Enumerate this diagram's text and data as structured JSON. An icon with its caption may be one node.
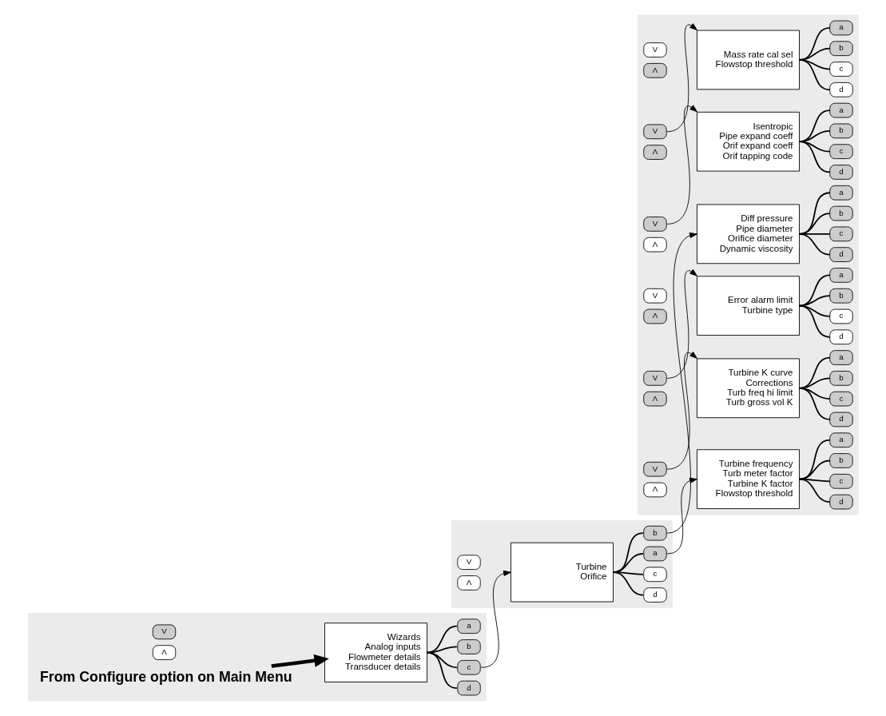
{
  "diagram": {
    "nodes": [
      {
        "text": [],
        "shape": "box"
      },
      {
        "text": [
          "From Configure option on Main Menu"
        ],
        "in": 0
      },
      {
        "text": [
          "Λ"
        ],
        "in": 0
      },
      {
        "text": [
          "Wizards",
          "Analog inputs",
          "Flowmeter details",
          "Transducer details"
        ],
        "in": 0
      },
      {
        "text": [
          "a"
        ],
        "in": 0
      },
      {
        "text": [
          "b"
        ],
        "in": 0
      },
      {
        "text": [
          "c"
        ],
        "in": 0
      },
      {
        "text": [
          "d"
        ],
        "in": 0
      },
      {
        "text": [
          "V"
        ],
        "in": 0
      },
      {
        "text": [],
        "shape": "box"
      },
      {
        "text": [
          "Λ"
        ],
        "in": 9
      },
      {
        "text": [
          "Turbine",
          "Orifice"
        ],
        "in": 9
      },
      {
        "text": [
          "a"
        ],
        "in": 9
      },
      {
        "text": [
          "b"
        ],
        "in": 9
      },
      {
        "text": [
          "c"
        ],
        "in": 9
      },
      {
        "text": [
          "d"
        ],
        "in": 9
      },
      {
        "text": [
          "V"
        ],
        "in": 9
      },
      {
        "text": [],
        "shape": "box"
      },
      {
        "text": [
          "Λ"
        ],
        "in": 17
      },
      {
        "text": [
          "Turbine frequency",
          "Turb meter factor",
          "Turbine K factor",
          "Flowstop threshold"
        ],
        "in": 17
      },
      {
        "text": [
          "a"
        ],
        "in": 17
      },
      {
        "text": [
          "b"
        ],
        "in": 17
      },
      {
        "text": [
          "c"
        ],
        "in": 17
      },
      {
        "text": [
          "d"
        ],
        "in": 17
      },
      {
        "text": [
          "V"
        ],
        "in": 17
      },
      {
        "text": [
          "Λ"
        ],
        "in": 17
      },
      {
        "text": [
          "Turbine K curve",
          "Corrections",
          "Turb freq hi limit",
          "Turb gross vol K"
        ],
        "in": 17
      },
      {
        "text": [
          "a"
        ],
        "in": 17
      },
      {
        "text": [
          "b"
        ],
        "in": 17
      },
      {
        "text": [
          "c"
        ],
        "in": 17
      },
      {
        "text": [
          "d"
        ],
        "in": 17
      },
      {
        "text": [
          "V"
        ],
        "in": 17
      },
      {
        "text": [
          "Λ"
        ],
        "in": 17
      },
      {
        "text": [
          "Error alarm limit",
          "Turbine type"
        ],
        "in": 17
      },
      {
        "text": [
          "a"
        ],
        "in": 17
      },
      {
        "text": [
          "b"
        ],
        "in": 17
      },
      {
        "text": [
          "c"
        ],
        "in": 17
      },
      {
        "text": [
          "d"
        ],
        "in": 17
      },
      {
        "text": [
          "V"
        ],
        "in": 17
      },
      {
        "text": [
          "Λ"
        ],
        "in": 17
      },
      {
        "text": [
          "Diff pressure",
          "Pipe diameter",
          "Orifice diameter",
          "Dynamic viscosity"
        ],
        "in": 17
      },
      {
        "text": [
          "a"
        ],
        "in": 17
      },
      {
        "text": [
          "b"
        ],
        "in": 17
      },
      {
        "text": [
          "c"
        ],
        "in": 17
      },
      {
        "text": [
          "d"
        ],
        "in": 17
      },
      {
        "text": [
          "V"
        ],
        "in": 17
      },
      {
        "text": [
          "Λ"
        ],
        "in": 17
      },
      {
        "text": [
          "Isentropic",
          "Pipe expand coeff",
          "Orif expand coeff",
          "Orif tapping code"
        ],
        "in": 17
      },
      {
        "text": [
          "a"
        ],
        "in": 17
      },
      {
        "text": [
          "b"
        ],
        "in": 17
      },
      {
        "text": [
          "c"
        ],
        "in": 17
      },
      {
        "text": [
          "d"
        ],
        "in": 17
      },
      {
        "text": [
          "V"
        ],
        "in": 17
      },
      {
        "text": [
          "Λ"
        ],
        "in": 17
      },
      {
        "text": [
          "Mass rate cal sel",
          "Flowstop threshold"
        ],
        "in": 17
      },
      {
        "text": [
          "a"
        ],
        "in": 17
      },
      {
        "text": [
          "b"
        ],
        "in": 17
      },
      {
        "text": [
          "c"
        ],
        "in": 17
      },
      {
        "text": [
          "d"
        ],
        "in": 17
      },
      {
        "text": [
          "V"
        ],
        "in": 17
      }
    ],
    "edges": [
      {
        "from": 1,
        "to": 3,
        "arrow": "to",
        "style": "thick"
      },
      {
        "from": 3,
        "to": 4,
        "arrow": "none"
      },
      {
        "from": 3,
        "to": 5,
        "arrow": "none"
      },
      {
        "from": 3,
        "to": 6,
        "arrow": "none"
      },
      {
        "from": 3,
        "to": 7,
        "arrow": "none"
      },
      {
        "from": 6,
        "to": 11,
        "arrow": "to"
      },
      {
        "from": 11,
        "to": 12,
        "arrow": "none"
      },
      {
        "from": 11,
        "to": 13,
        "arrow": "none"
      },
      {
        "from": 11,
        "to": 14,
        "arrow": "none"
      },
      {
        "from": 11,
        "to": 15,
        "arrow": "none"
      },
      {
        "from": 12,
        "to": 19,
        "arrow": "to"
      },
      {
        "from": 13,
        "to": 40,
        "arrow": "to"
      },
      {
        "from": 19,
        "to": 20,
        "arrow": "none"
      },
      {
        "from": 19,
        "to": 21,
        "arrow": "none"
      },
      {
        "from": 19,
        "to": 22,
        "arrow": "none"
      },
      {
        "from": 19,
        "to": 23,
        "arrow": "none"
      },
      {
        "from": 24,
        "to": 26,
        "arrow": "to"
      },
      {
        "from": 26,
        "to": 27,
        "arrow": "none"
      },
      {
        "from": 26,
        "to": 28,
        "arrow": "none"
      },
      {
        "from": 26,
        "to": 29,
        "arrow": "none"
      },
      {
        "from": 26,
        "to": 30,
        "arrow": "none"
      },
      {
        "from": 31,
        "to": 33,
        "arrow": "to"
      },
      {
        "from": 33,
        "to": 34,
        "arrow": "none"
      },
      {
        "from": 33,
        "to": 35,
        "arrow": "none"
      },
      {
        "from": 33,
        "to": 36,
        "arrow": "none"
      },
      {
        "from": 33,
        "to": 37,
        "arrow": "none"
      },
      {
        "from": 40,
        "to": 41,
        "arrow": "none"
      },
      {
        "from": 40,
        "to": 42,
        "arrow": "none"
      },
      {
        "from": 40,
        "to": 43,
        "arrow": "none"
      },
      {
        "from": 40,
        "to": 44,
        "arrow": "none"
      },
      {
        "from": 45,
        "to": 47,
        "arrow": "to"
      },
      {
        "from": 47,
        "to": 48,
        "arrow": "none"
      },
      {
        "from": 47,
        "to": 49,
        "arrow": "none"
      },
      {
        "from": 47,
        "to": 50,
        "arrow": "none"
      },
      {
        "from": 47,
        "to": 51,
        "arrow": "none"
      },
      {
        "from": 52,
        "to": 54,
        "arrow": "to"
      },
      {
        "from": 54,
        "to": 55,
        "arrow": "none"
      },
      {
        "from": 54,
        "to": 56,
        "arrow": "none"
      },
      {
        "from": 54,
        "to": 57,
        "arrow": "none"
      },
      {
        "from": 54,
        "to": 58,
        "arrow": "none"
      }
    ]
  }
}
